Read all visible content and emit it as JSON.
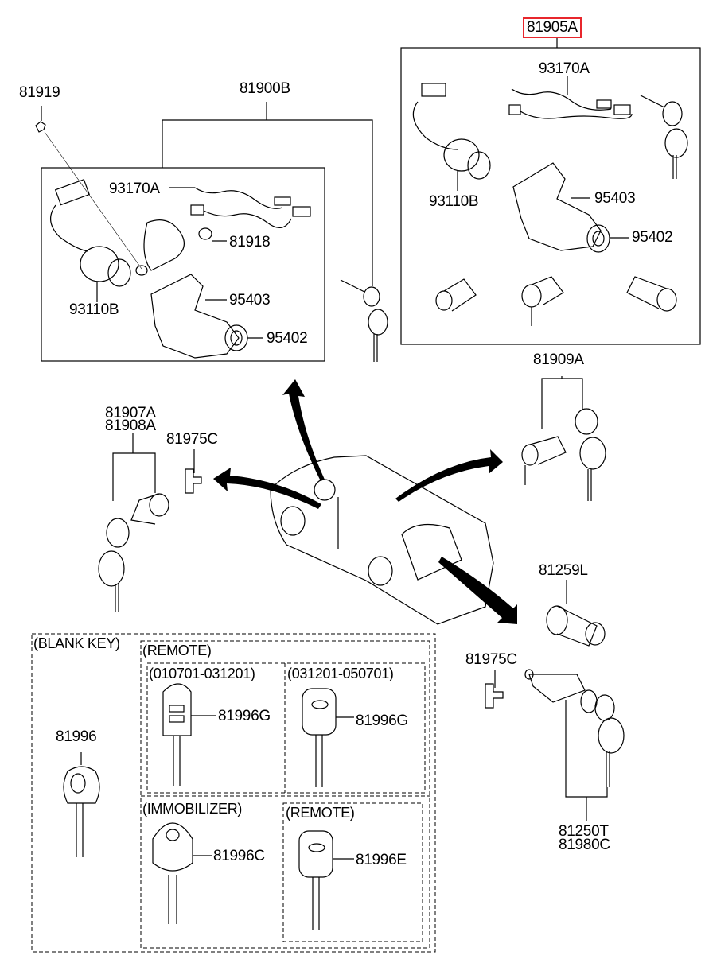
{
  "diagram": {
    "highlight_color": "#e8262c",
    "line_color": "#000000",
    "background": "#ffffff"
  },
  "assemblies": {
    "ignition_set_a": {
      "part": "81905A",
      "highlighted": true
    },
    "ignition_set_b": {
      "part": "81900B"
    }
  },
  "labels": {
    "p81919": "81919",
    "p81900B": "81900B",
    "b_93170A": "93170A",
    "b_81918": "81918",
    "b_93110B": "93110B",
    "b_95403": "95403",
    "b_95402": "95402",
    "p81905A": "81905A",
    "a_93170A": "93170A",
    "a_93110B": "93110B",
    "a_95403": "95403",
    "a_95402": "95402",
    "p81907A": "81907A",
    "p81908A": "81908A",
    "p81975C_left": "81975C",
    "p81909A": "81909A",
    "p81259L": "81259L",
    "p81975C_right": "81975C",
    "p81250T": "81250T",
    "p81980C": "81980C",
    "p81996": "81996",
    "p81996G_1": "81996G",
    "p81996G_2": "81996G",
    "p81996C": "81996C",
    "p81996E": "81996E"
  },
  "sections": {
    "blank_key": "(BLANK KEY)",
    "remote": "(REMOTE)",
    "period_1": "(010701-031201)",
    "period_2": "(031201-050701)",
    "immobilizer": "(IMMOBILIZER)",
    "remote_2": "(REMOTE)"
  }
}
